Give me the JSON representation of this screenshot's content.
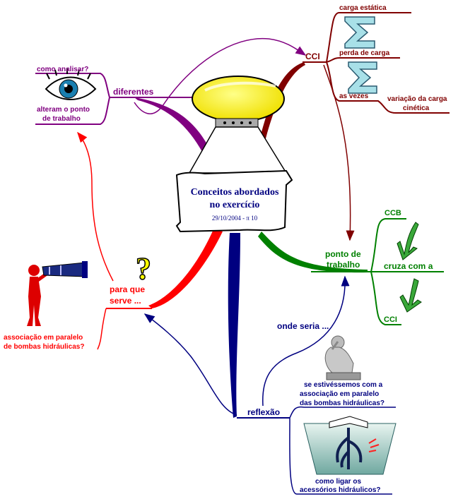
{
  "central": {
    "title_line1": "Conceitos abordados",
    "title_line2": "no exercício",
    "date": "29/10/2004 - π 10"
  },
  "branches": {
    "diferentes": {
      "label": "diferentes",
      "child1": "como analisar?",
      "child2_line1": "alteram o ponto",
      "child2_line2": "de trabalho",
      "color": "#800080"
    },
    "cci": {
      "label": "CCI",
      "child1": "carga estática",
      "child2": "perda de carga",
      "child3": "as vezes",
      "child4_line1": "variação da carga",
      "child4_line2": "cinética",
      "color": "#800000"
    },
    "ponto": {
      "label_line1": "ponto de",
      "label_line2": "trabalho",
      "child1": "CCB",
      "child2": "cruza com a",
      "child3": "CCI",
      "color": "#008000"
    },
    "reflexao": {
      "label": "reflexão",
      "onde": "onde seria ...",
      "child1_line1": "se estivéssemos com a",
      "child1_line2": "associação em paralelo",
      "child1_line3": "das bombas hidráulicas?",
      "child2_line1": "como ligar os",
      "child2_line2": "acessórios hidráulicos?",
      "color": "#000080"
    },
    "paraque": {
      "label_line1": "para que",
      "label_line2": "serve ...",
      "child1_line1": "associação em paralelo",
      "child1_line2": "de bombas hidráulicas?",
      "color": "#ff0000"
    }
  }
}
